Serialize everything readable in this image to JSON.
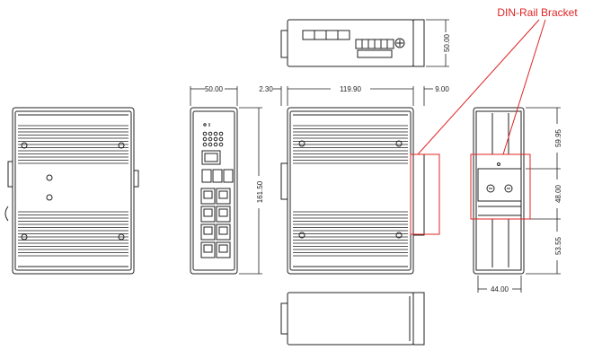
{
  "callout": {
    "label": "DIN-Rail Bracket",
    "color": "#e02424"
  },
  "dimensions": {
    "front_width": "50.00",
    "height": "161.50",
    "top_offset": "2.30",
    "side_depth": "119.90",
    "side_extra": "9.00",
    "top_view_height": "50.00",
    "bracket_top": "59.95",
    "bracket_mid": "48.00",
    "bracket_bottom": "53.55",
    "bracket_width": "44.00"
  },
  "colors": {
    "line": "#222222",
    "fin": "#555555"
  }
}
